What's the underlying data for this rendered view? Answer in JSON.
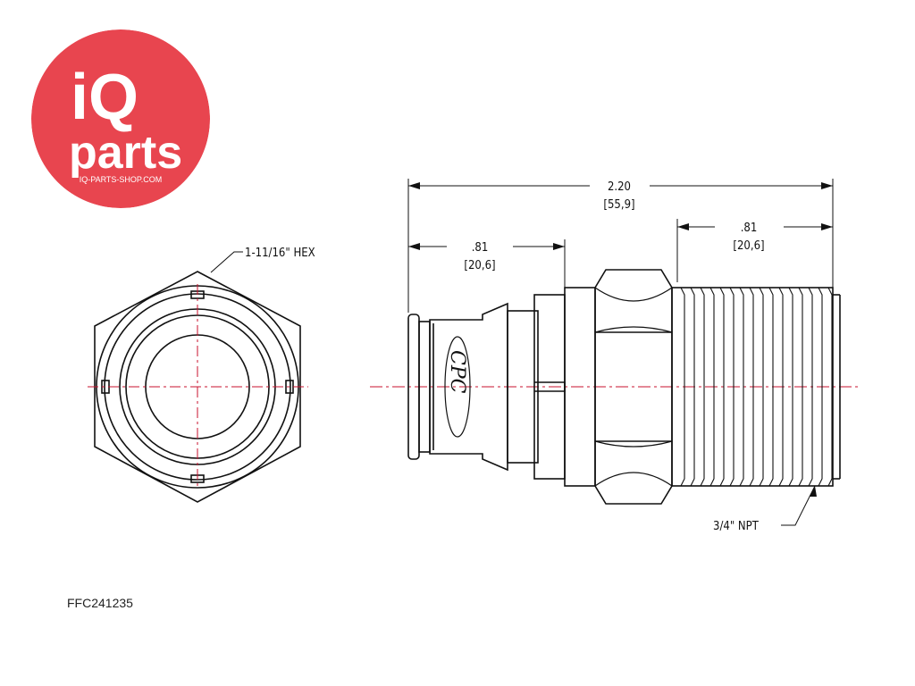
{
  "logo": {
    "brand_top": "iQ",
    "brand_bottom": "parts",
    "website": "IQ-PARTS-SHOP.COM",
    "color": "#e8454f"
  },
  "drawing": {
    "hex_label": "1-11/16\" HEX",
    "overall_length": "2.20",
    "overall_length_mm": "[55,9]",
    "left_length": ".81",
    "left_length_mm": "[20,6]",
    "right_length": ".81",
    "right_length_mm": "[20,6]",
    "thread_label": "3/4\" NPT",
    "body_mark": "CPC"
  },
  "part_code": "FFC241235"
}
